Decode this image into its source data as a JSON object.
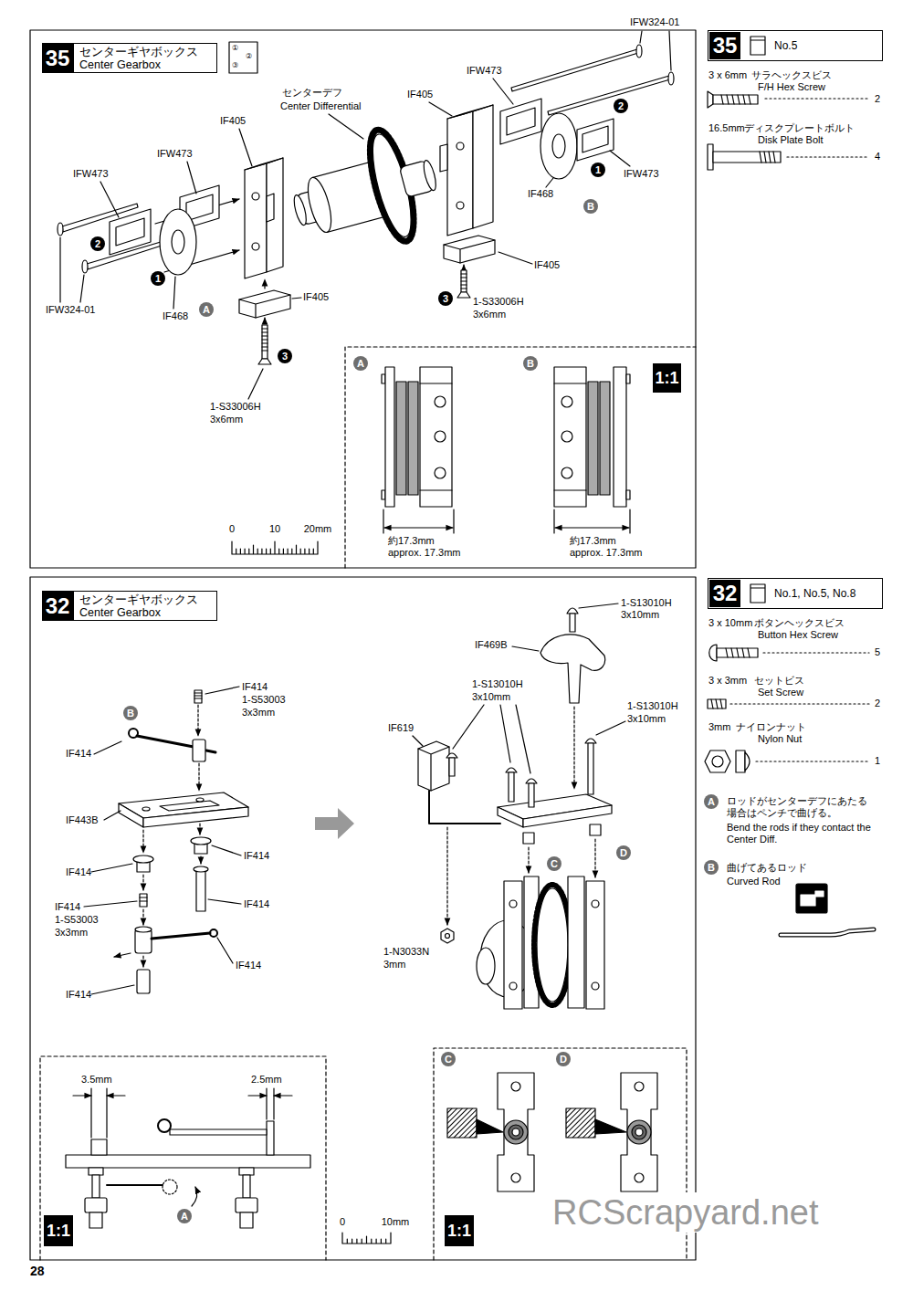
{
  "diagram": {
    "nodes": [
      {
        "text": [
          "35"
        ]
      },
      {
        "text": [
          "センターギヤボックス",
          "Center Gearbox"
        ]
      },
      {
        "text": [
          "1:1"
        ]
      },
      {
        "text": [
          "No.5"
        ]
      },
      {
        "text": [
          "35"
        ],
        "in": 3
      },
      {
        "text": [
          "32"
        ]
      },
      {
        "text": [
          "センターギヤボックス",
          "Center Gearbox"
        ]
      },
      {
        "text": [
          "1:1"
        ]
      },
      {
        "text": [
          "1:1"
        ]
      },
      {
        "text": [
          "No.1, No.5, No.8"
        ]
      },
      {
        "text": [
          "32"
        ],
        "in": 9
      }
    ],
    "labels": [
      "①",
      "②",
      "③",
      "IFW324-01",
      "IFW473",
      "IF405",
      "センターデフ",
      "Center Differential",
      "IF405",
      "IFW473",
      "IFW473",
      "2",
      "2",
      "1",
      "IFW473",
      "IF468",
      "B",
      "IF405",
      "1",
      "IF405",
      "3",
      "1-S33006H",
      "3x6mm",
      "IFW324-01",
      "IF468",
      "A",
      "3",
      "1-S33006H",
      "3x6mm",
      "A",
      "B",
      "0",
      "10",
      "20mm",
      "約17.3mm",
      "approx. 17.3mm",
      "約17.3mm",
      "approx. 17.3mm",
      "3 x 6mm",
      "サラヘックスビス",
      "F/H Hex Screw",
      "2",
      "16.5mm",
      "ディスクプレートボルト",
      "Disk Plate Bolt",
      "4",
      "1-S13010H",
      "3x10mm",
      "IF469B",
      "1-S13010H",
      "3x10mm",
      "1-S13010H",
      "3x10mm",
      "IF619",
      "IF414",
      "1-S53003",
      "3x3mm",
      "B",
      "IF414",
      "IF443B",
      "IF414",
      "C",
      "D",
      "IF414",
      "IF414",
      "IF414",
      "1-S53003",
      "3x3mm",
      "1-N3033N",
      "3mm",
      "IF414",
      "IF414",
      "3.5mm",
      "2.5mm",
      "A",
      "0",
      "10mm",
      "C",
      "D",
      "3 x 10mm",
      "ボタンヘックスビス",
      "Button Hex Screw",
      "5",
      "3 x 3mm",
      "セットビス",
      "Set Screw",
      "2",
      "3mm",
      "ナイロンナット",
      "Nylon Nut",
      "1",
      "A",
      "ロッドがセンターデフにあたる 場合はペンチで曲げる。",
      "Bend the rods if they contact the Center Diff.",
      "B",
      "曲げてあるロッド",
      "Curved Rod",
      "28",
      "RCScrapyard.net"
    ]
  }
}
